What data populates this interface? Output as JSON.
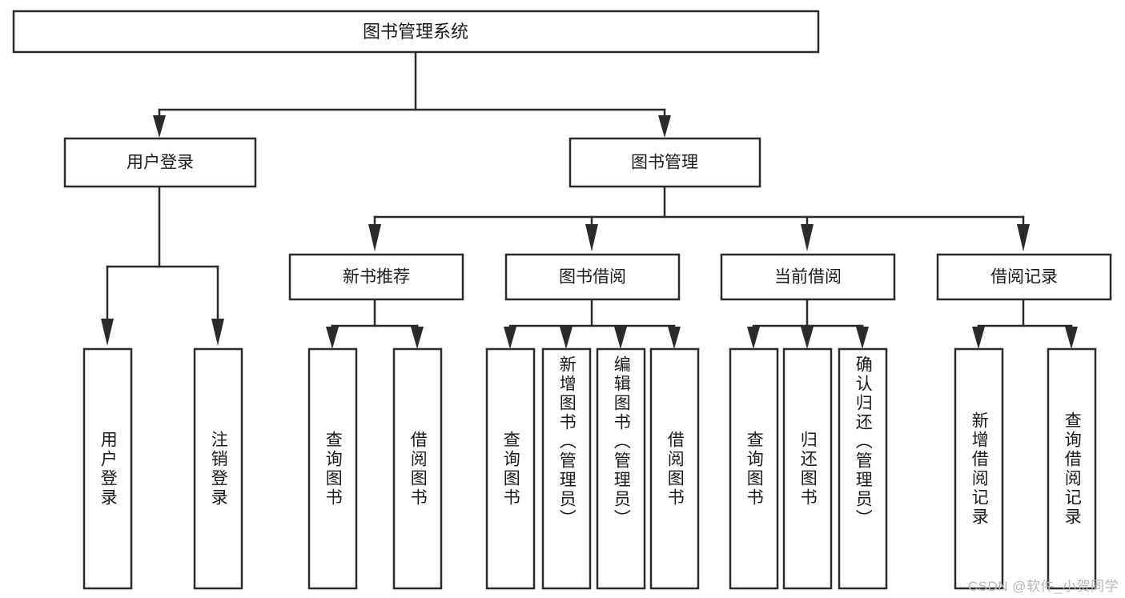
{
  "diagram": {
    "type": "tree-hierarchy",
    "title": "图书管理系统",
    "watermark": "CSDN @软件_小贺同学",
    "colors": {
      "stroke": "#2b2b2b",
      "box_fill": "#ffffff",
      "text": "#1a1a1a",
      "background": "#ffffff",
      "watermark": "#b8b8b8"
    },
    "root": {
      "label": "图书管理系统"
    },
    "level2": [
      {
        "label": "用户登录"
      },
      {
        "label": "图书管理"
      }
    ],
    "level3": [
      {
        "label": "新书推荐"
      },
      {
        "label": "图书借阅"
      },
      {
        "label": "当前借阅"
      },
      {
        "label": "借阅记录"
      }
    ],
    "leaves": {
      "user_login": [
        {
          "label": "用户登录"
        },
        {
          "label": "注销登录"
        }
      ],
      "new_book": [
        {
          "label": "查询图书"
        },
        {
          "label": "借阅图书"
        }
      ],
      "book_borrow": [
        {
          "label": "查询图书"
        },
        {
          "label": "新增图书（管理员）"
        },
        {
          "label": "编辑图书（管理员）"
        },
        {
          "label": "借阅图书"
        }
      ],
      "current_borrow": [
        {
          "label": "查询图书"
        },
        {
          "label": "归还图书"
        },
        {
          "label": "确认归还（管理员）"
        }
      ],
      "borrow_record": [
        {
          "label": "新增借阅记录"
        },
        {
          "label": "查询借阅记录"
        }
      ]
    }
  }
}
